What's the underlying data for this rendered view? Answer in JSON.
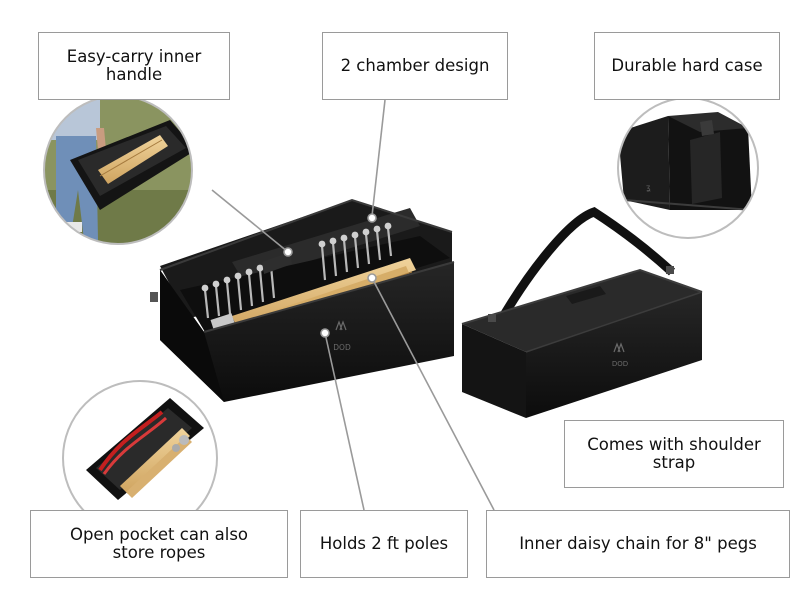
{
  "labels": {
    "easy_carry_line1": "Easy-carry inner",
    "easy_carry_line2": "handle",
    "two_chamber": "2 chamber design",
    "hard_case": "Durable hard case",
    "shoulder_line1": "Comes with shoulder",
    "shoulder_line2": "strap",
    "open_pocket_line1": "Open pocket can also",
    "open_pocket_line2": "store ropes",
    "poles": "Holds 2 ft poles",
    "daisy_chain": "Inner daisy chain for 8\" pegs"
  },
  "logo": {
    "text": "DOD"
  },
  "colors": {
    "bag": "#151515",
    "bag_light": "#2a2a2a",
    "wood": "#e2bb7b",
    "callout_border": "#9a9a9a",
    "leader": "#9a9a9a",
    "rope": "#c41f1f"
  }
}
